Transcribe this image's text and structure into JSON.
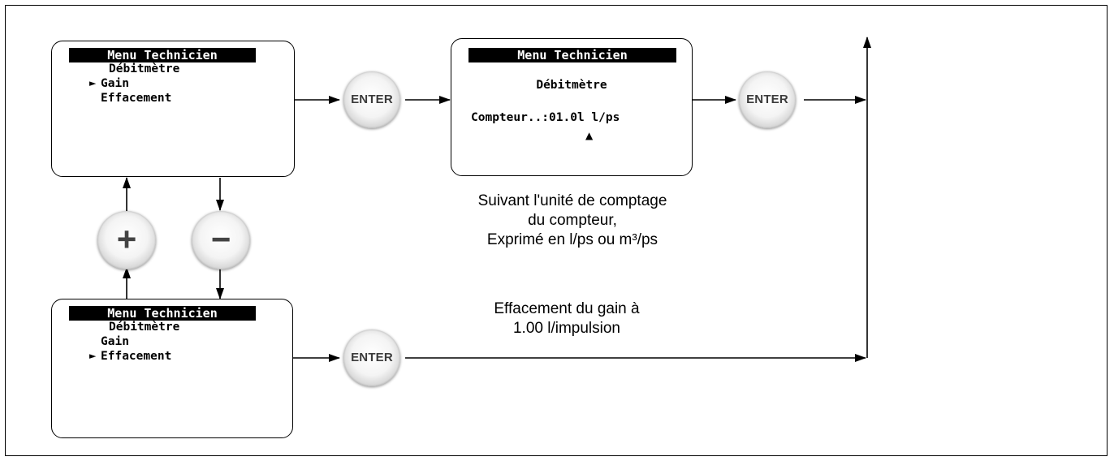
{
  "screens": {
    "gain_menu": {
      "header": "Menu Technicien",
      "lines": [
        "Débitmètre",
        "Gain",
        "Effacement"
      ],
      "selected": "Gain"
    },
    "delete_menu": {
      "header": "Menu Technicien",
      "lines": [
        "Débitmètre",
        "Gain",
        "Effacement"
      ],
      "selected": "Effacement"
    },
    "meter_screen": {
      "header": "Menu Technicien",
      "title": "Débitmètre",
      "value_line": "Compteur..:01.0l l/ps",
      "cursor_symbol": "▲"
    }
  },
  "pointer_symbol": "►",
  "buttons": {
    "enter_label": "ENTER",
    "plus_label": "+",
    "minus_label": "−"
  },
  "notes": {
    "unit_note": [
      "Suivant l'unité de comptage",
      "du compteur,",
      "Exprimé en l/ps ou m³/ps"
    ],
    "delete_note": [
      "Effacement du gain à",
      "1.00 l/impulsion"
    ]
  },
  "colors": {
    "line": "#000000",
    "header_bg": "#000000",
    "header_text": "#ffffff",
    "button_face": "#f4f4f4",
    "button_rim": "#a9a9a9"
  }
}
